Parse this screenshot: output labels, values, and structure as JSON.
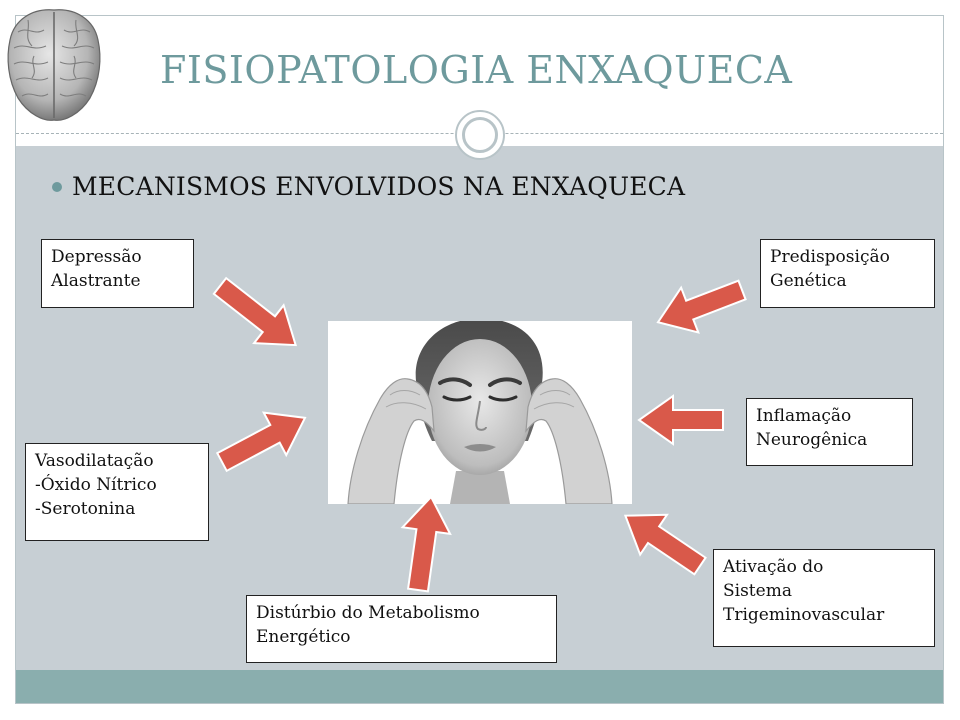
{
  "slide": {
    "title": "FISIOPATOLOGIA ENXAQUECA",
    "bullet": "MECANISMOS ENVOLVIDOS NA ENXAQUECA"
  },
  "boxes": {
    "depressao": [
      "Depressão",
      "Alastrante"
    ],
    "vasodilatacao": [
      "Vasodilatação",
      "-Óxido Nítrico",
      "-Serotonina"
    ],
    "disturbio": [
      "Distúrbio do Metabolismo",
      "Energético"
    ],
    "predisposicao": [
      "Predisposição",
      "Genética"
    ],
    "inflamacao": [
      "Inflamação",
      "Neurogênica"
    ],
    "ativacao": [
      "Ativação do",
      "Sistema",
      "Trigeminovascular"
    ]
  },
  "colors": {
    "title": "#6e9a9d",
    "content_bg": "#c7cfd4",
    "footer_bar": "#8aaeae",
    "arrow_fill": "#d9594a"
  },
  "icons": {
    "logo": "brain-icon",
    "ornament": "circle-ornament-icon",
    "arrows": "arrow-icon"
  }
}
